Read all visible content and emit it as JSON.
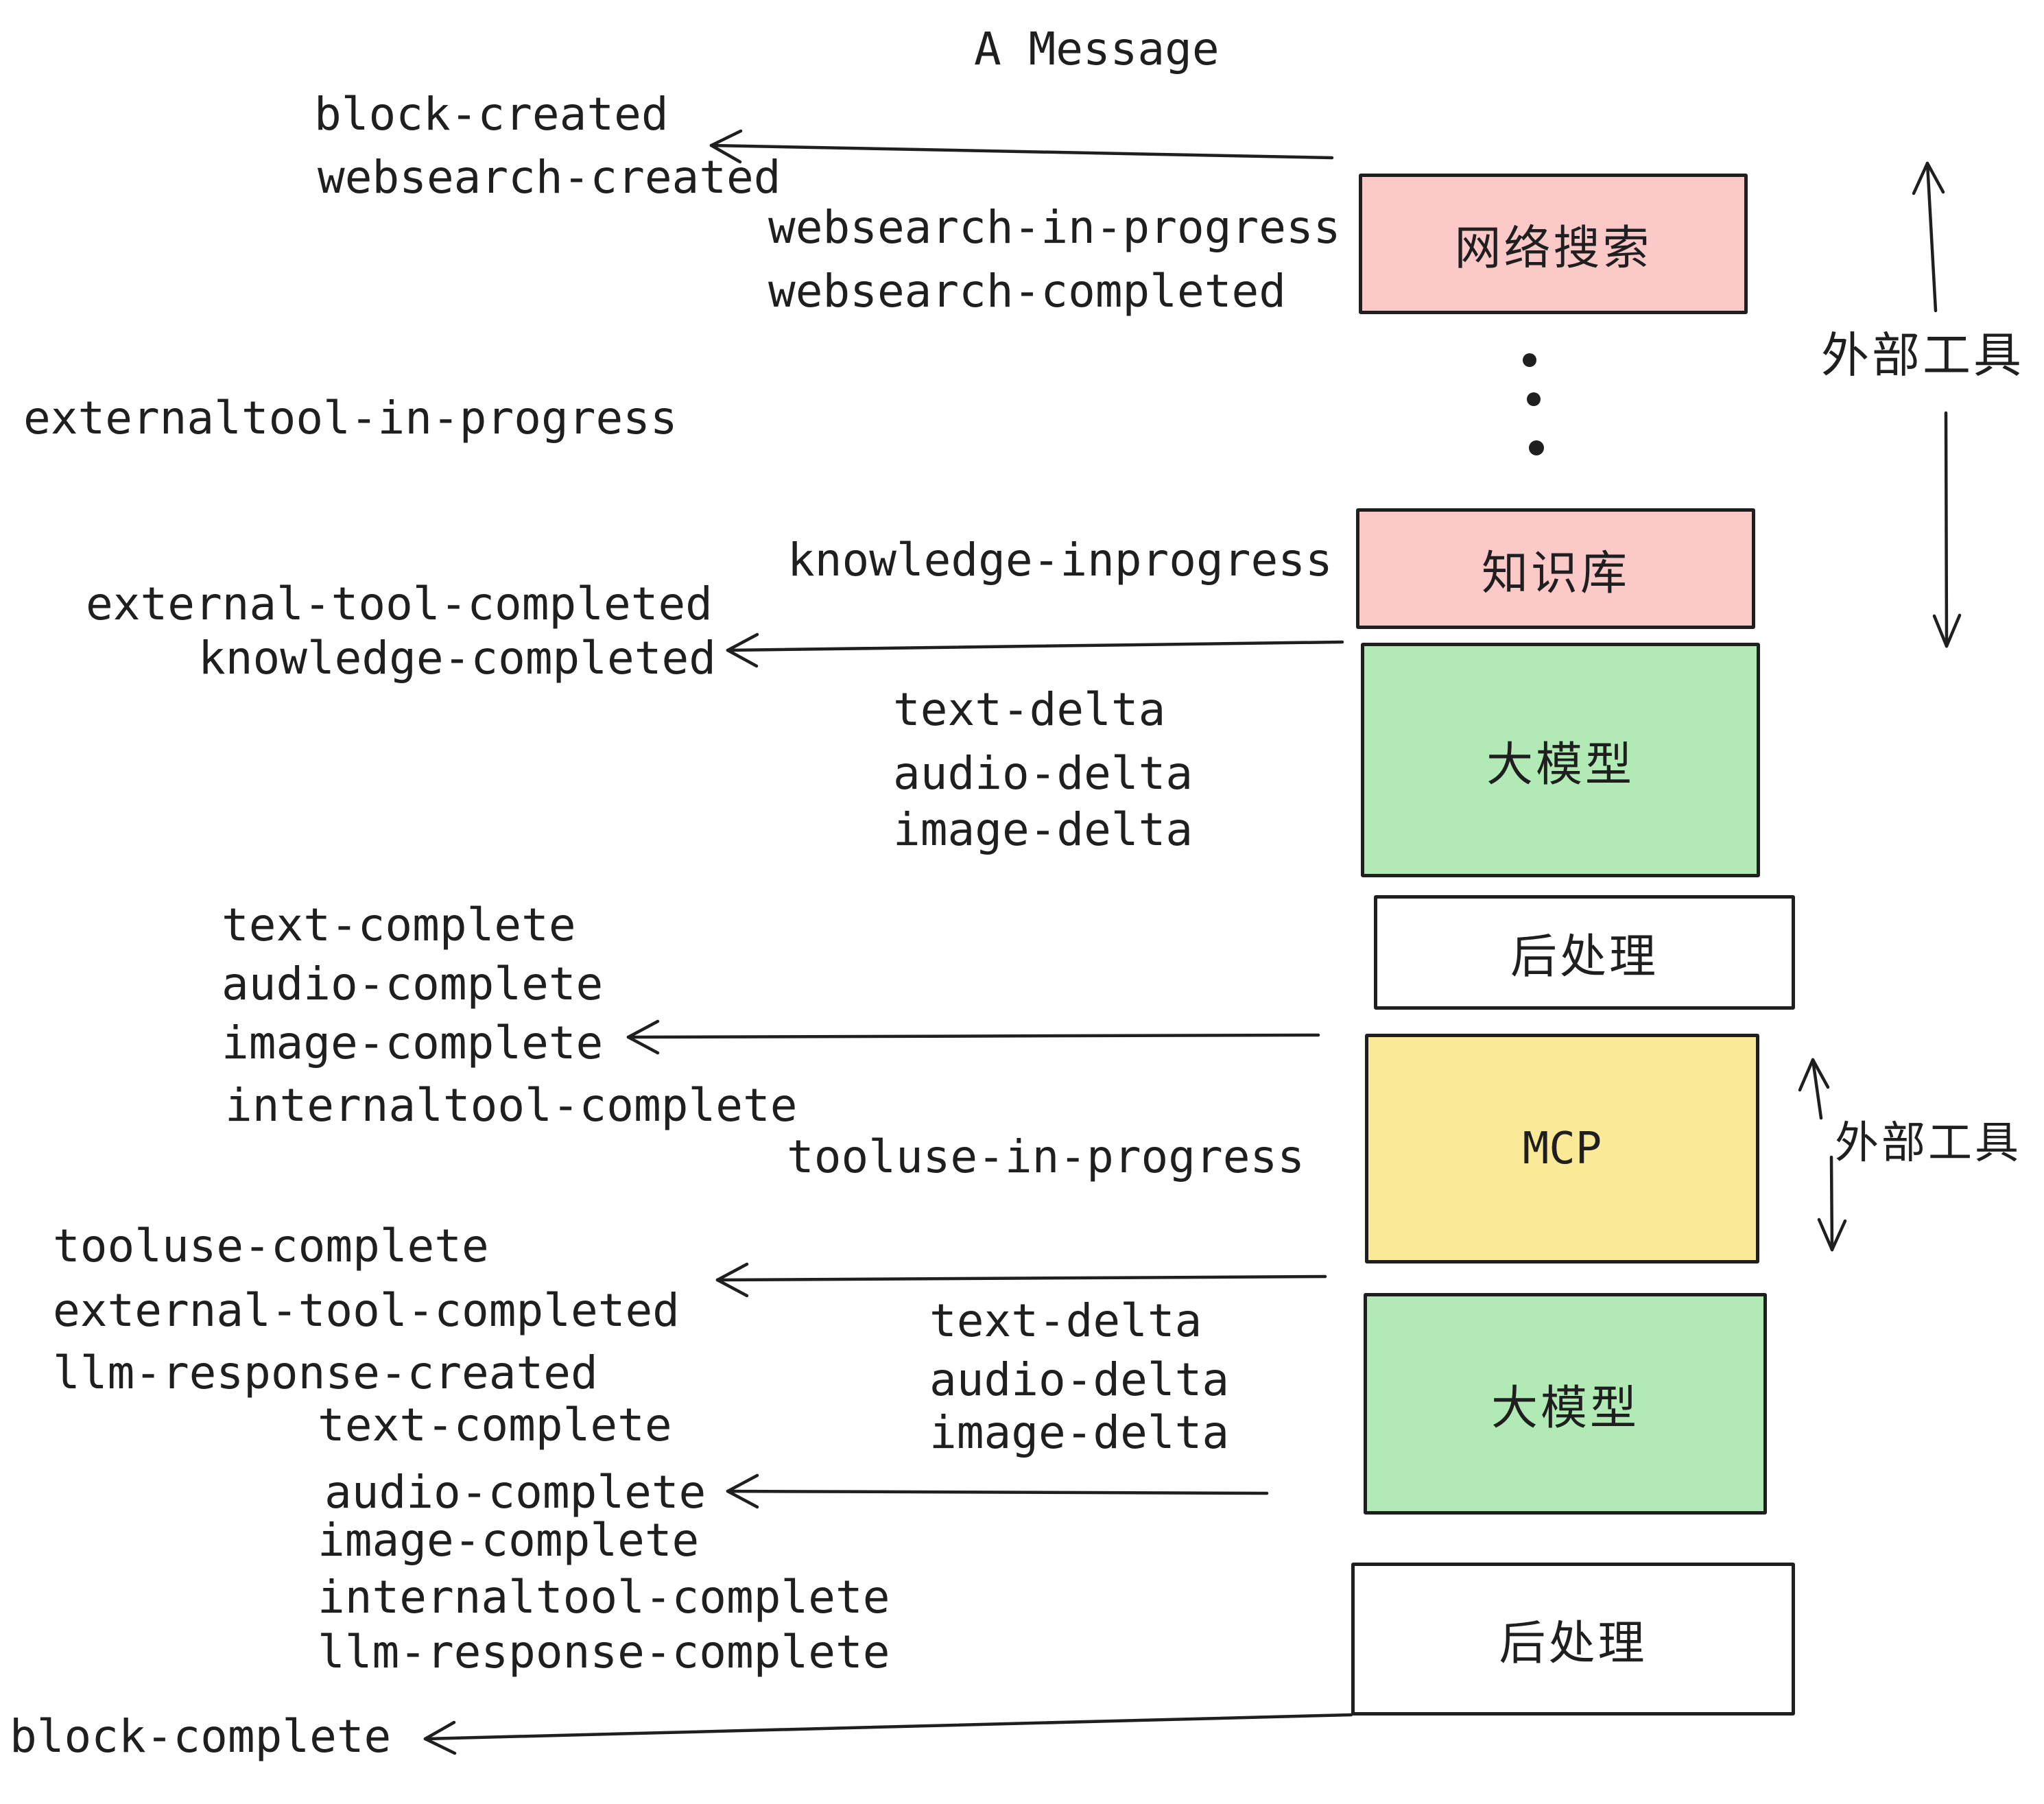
{
  "title": "A Message",
  "colors": {
    "ink": "#1f1f1f",
    "pink": "#fcc9c9",
    "green": "#b2eab5",
    "yellow": "#fae996",
    "white": "#ffffff"
  },
  "boxes": [
    {
      "id": "websearch",
      "label": "网络搜索",
      "color": "#fcc9c9"
    },
    {
      "id": "knowledge",
      "label": "知识库",
      "color": "#fcc9c9"
    },
    {
      "id": "llm-1",
      "label": "大模型",
      "color": "#b2eab5"
    },
    {
      "id": "postprocess-1",
      "label": "后处理",
      "color": "#ffffff"
    },
    {
      "id": "mcp",
      "label": "MCP",
      "color": "#fae996"
    },
    {
      "id": "llm-2",
      "label": "大模型",
      "color": "#b2eab5"
    },
    {
      "id": "postprocess-2",
      "label": "后处理",
      "color": "#ffffff"
    }
  ],
  "side_labels": {
    "external_tools_top": "外部工具",
    "external_tools_mid": "外部工具"
  },
  "events": [
    {
      "label": "block-created"
    },
    {
      "label": "websearch-created"
    },
    {
      "label": "websearch-in-progress"
    },
    {
      "label": "websearch-completed"
    },
    {
      "label": "externaltool-in-progress"
    },
    {
      "label": "knowledge-inprogress"
    },
    {
      "label": "external-tool-completed"
    },
    {
      "label": "knowledge-completed"
    },
    {
      "label": "text-delta"
    },
    {
      "label": "audio-delta"
    },
    {
      "label": "image-delta"
    },
    {
      "label": "text-complete"
    },
    {
      "label": "audio-complete"
    },
    {
      "label": "image-complete"
    },
    {
      "label": "internaltool-complete"
    },
    {
      "label": "tooluse-in-progress"
    },
    {
      "label": "tooluse-complete"
    },
    {
      "label": "external-tool-completed"
    },
    {
      "label": "llm-response-created"
    },
    {
      "label": "text-delta"
    },
    {
      "label": "audio-delta"
    },
    {
      "label": "image-delta"
    },
    {
      "label": "text-complete"
    },
    {
      "label": "audio-complete"
    },
    {
      "label": "image-complete"
    },
    {
      "label": "internaltool-complete"
    },
    {
      "label": "llm-response-complete"
    },
    {
      "label": "block-complete"
    }
  ]
}
